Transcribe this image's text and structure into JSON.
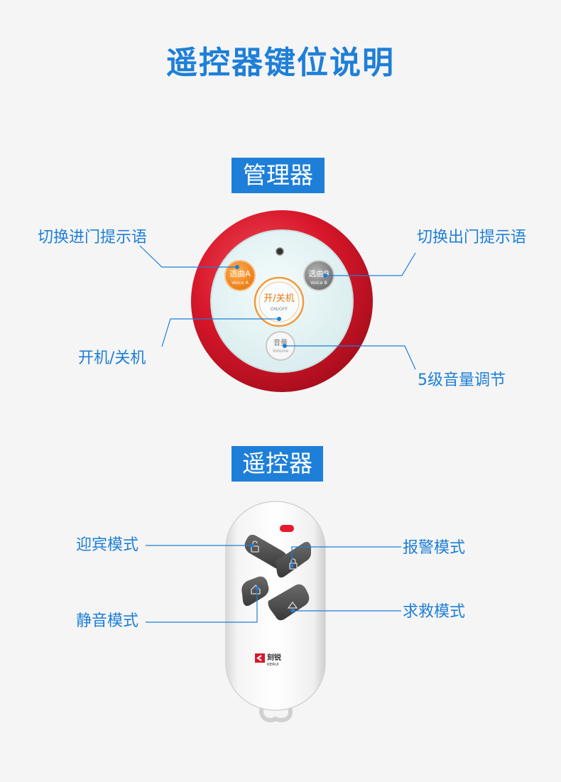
{
  "title": "遥控器键位说明",
  "manager": {
    "tag": "管理器",
    "buttons": {
      "voice_a_cn": "选曲A",
      "voice_a_en": "Voice A",
      "voice_b_cn": "选曲B",
      "voice_b_en": "Voice B",
      "power_cn": "开/关机",
      "power_en": "ON/OFF",
      "volume_cn": "音量",
      "volume_en": "Volume"
    },
    "callouts": {
      "voice_a": "切换进门提示语",
      "voice_b": "切换出门提示语",
      "power": "开机/关机",
      "volume": "5级音量调节"
    },
    "colors": {
      "ring": "#d8172a",
      "face": "#e4f2f3",
      "voice_a": "#f28a1e",
      "voice_b": "#8c8c8c",
      "power_ring": "#f29a3c"
    }
  },
  "remote": {
    "tag": "遥控器",
    "brand_cn": "刻锐",
    "brand_en": "KERUI",
    "callouts": {
      "welcome": "迎宾模式",
      "alarm": "报警模式",
      "silent": "静音模式",
      "sos": "求救模式"
    },
    "icons": {
      "welcome": "unlock-icon",
      "alarm": "lock-icon",
      "silent": "home-icon",
      "sos": "bell-icon"
    }
  },
  "colors": {
    "accent": "#1e7fd8",
    "background": "#f5f5f5"
  }
}
